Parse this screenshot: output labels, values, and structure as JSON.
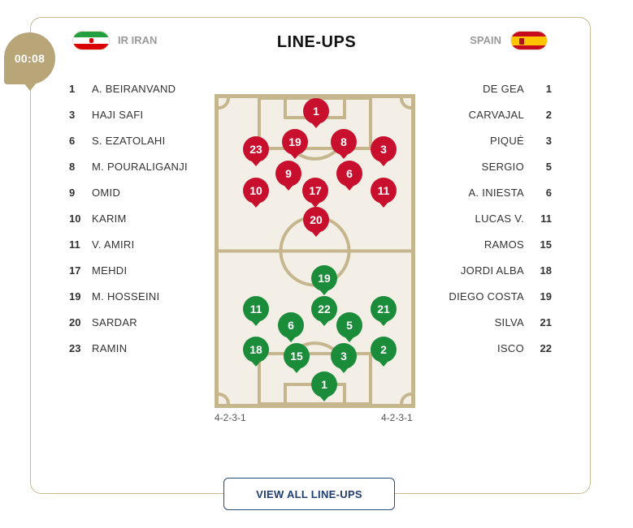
{
  "match_time": "00:08",
  "title": "LINE-UPS",
  "home": {
    "name": "IR IRAN",
    "formation": "4-2-3-1",
    "players": [
      {
        "num": "1",
        "name": "A. BEIRANVAND"
      },
      {
        "num": "3",
        "name": "HAJI SAFI"
      },
      {
        "num": "6",
        "name": "S. EZATOLAHI"
      },
      {
        "num": "8",
        "name": "M. POURALIGANJI"
      },
      {
        "num": "9",
        "name": "OMID"
      },
      {
        "num": "10",
        "name": "KARIM"
      },
      {
        "num": "11",
        "name": "V. AMIRI"
      },
      {
        "num": "17",
        "name": "MEHDI"
      },
      {
        "num": "19",
        "name": "M. HOSSEINI"
      },
      {
        "num": "20",
        "name": "SARDAR"
      },
      {
        "num": "23",
        "name": "RAMIN"
      }
    ]
  },
  "away": {
    "name": "SPAIN",
    "formation": "4-2-3-1",
    "players": [
      {
        "num": "1",
        "name": "DE GEA"
      },
      {
        "num": "2",
        "name": "CARVAJAL"
      },
      {
        "num": "3",
        "name": "PIQUÉ"
      },
      {
        "num": "5",
        "name": "SERGIO"
      },
      {
        "num": "6",
        "name": "A. INIESTA"
      },
      {
        "num": "11",
        "name": "LUCAS V."
      },
      {
        "num": "15",
        "name": "RAMOS"
      },
      {
        "num": "18",
        "name": "JORDI ALBA"
      },
      {
        "num": "19",
        "name": "DIEGO COSTA"
      },
      {
        "num": "21",
        "name": "SILVA"
      },
      {
        "num": "22",
        "name": "ISCO"
      }
    ]
  },
  "pitch": {
    "home_markers": [
      "1",
      "23",
      "19",
      "8",
      "3",
      "9",
      "6",
      "10",
      "17",
      "11",
      "20"
    ],
    "away_markers": [
      "19",
      "11",
      "22",
      "21",
      "6",
      "5",
      "18",
      "15",
      "3",
      "2",
      "1"
    ]
  },
  "view_all_label": "VIEW ALL LINE-UPS",
  "colors": {
    "home": "#c8102e",
    "away": "#1a8c3a",
    "accent": "#b8a678",
    "pitch": "#f3efe6"
  }
}
